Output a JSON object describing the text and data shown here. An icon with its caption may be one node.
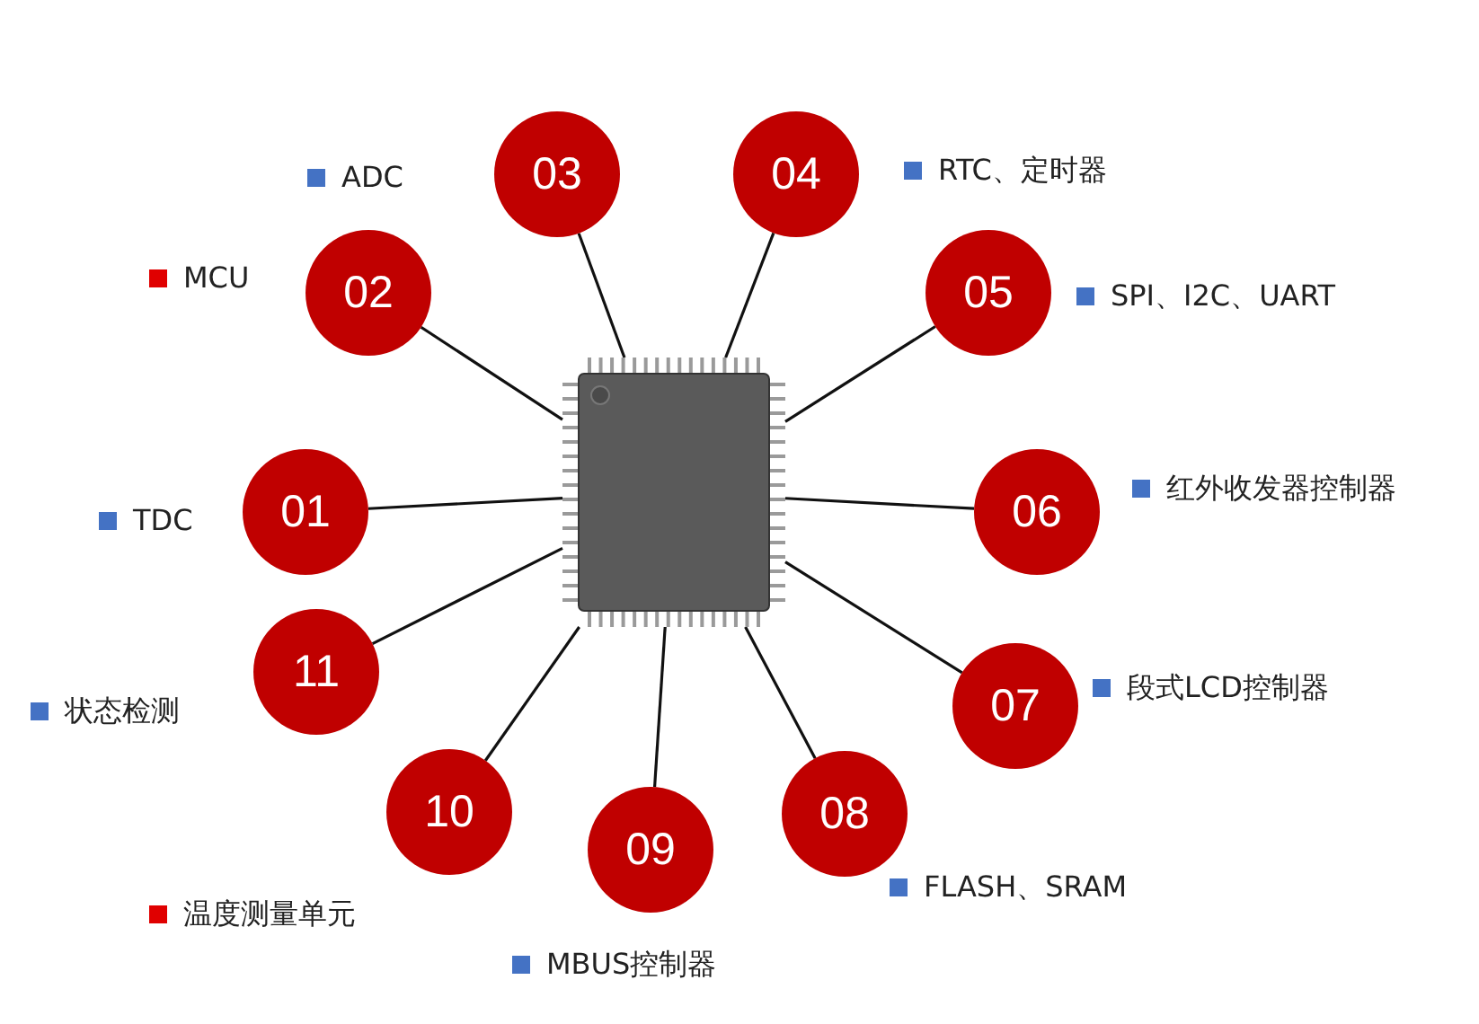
{
  "diagram": {
    "nodes": [
      {
        "text": [],
        "shape": "picture"
      },
      {
        "text": [
          "01"
        ],
        "beside": [
          "TDC"
        ]
      },
      {
        "text": [
          "02"
        ],
        "beside": [
          "MCU"
        ]
      },
      {
        "text": [
          "03"
        ]
      },
      {
        "text": [
          "04"
        ]
      },
      {
        "text": [
          "05"
        ],
        "beside": [
          "SPI、I2C、UART"
        ]
      },
      {
        "text": [
          "06"
        ],
        "beside": [
          "红外收发器控制器"
        ]
      },
      {
        "text": [
          "07"
        ],
        "beside": [
          "段式LCD控制器"
        ]
      },
      {
        "text": [
          "08"
        ],
        "beside": [
          "FLASH、SRAM"
        ]
      },
      {
        "text": [
          "09"
        ],
        "beside": [
          "MBUS控制器"
        ]
      },
      {
        "text": [
          "10"
        ],
        "beside": [
          "温度测量单元"
        ]
      },
      {
        "text": [
          "11"
        ],
        "beside": [
          "状态检测"
        ]
      }
    ],
    "edges": [
      {
        "from": 0,
        "to": 1,
        "arrow": "none"
      },
      {
        "from": 0,
        "to": 2,
        "arrow": "none"
      },
      {
        "from": 0,
        "to": 3,
        "arrow": "none"
      },
      {
        "from": 0,
        "to": 4,
        "arrow": "none"
      },
      {
        "from": 0,
        "to": 5,
        "arrow": "none"
      },
      {
        "from": 0,
        "to": 6,
        "arrow": "none"
      },
      {
        "from": 0,
        "to": 7,
        "arrow": "none"
      },
      {
        "from": 0,
        "to": 8,
        "arrow": "none"
      },
      {
        "from": 0,
        "to": 9,
        "arrow": "none"
      },
      {
        "from": 0,
        "to": 10,
        "arrow": "none"
      },
      {
        "from": 0,
        "to": 11,
        "arrow": "none"
      }
    ],
    "labels": [
      "ADC",
      "RTC、定时器"
    ]
  }
}
